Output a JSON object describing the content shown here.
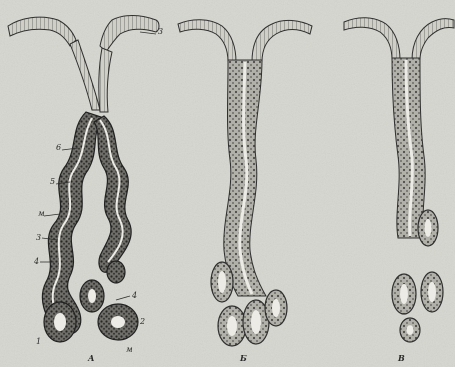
{
  "figure": {
    "panels": [
      {
        "id": "a",
        "label": "А"
      },
      {
        "id": "b",
        "label": "Б"
      },
      {
        "id": "c",
        "label": "В"
      }
    ],
    "callouts": [
      "3",
      "6",
      "5",
      "м",
      "3",
      "4",
      "4",
      "1",
      "2",
      "м"
    ]
  },
  "palette": {
    "paper": "#d7d7d1",
    "ink": "#2f2f2f",
    "lumen": "#ecebe5",
    "tissue": "#a9a8a1",
    "dark_tissue": "#595854"
  }
}
